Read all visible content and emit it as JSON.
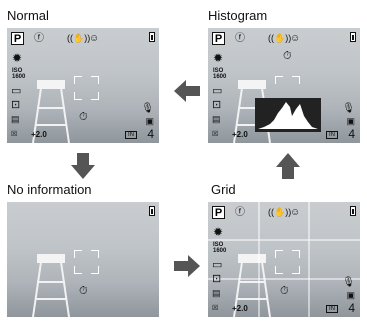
{
  "views": {
    "normal": {
      "label": "Normal"
    },
    "histogram": {
      "label": "Histogram"
    },
    "no_info": {
      "label": "No information"
    },
    "grid": {
      "label": "Grid"
    }
  },
  "hud": {
    "mode": "P",
    "iso": "ISO\n1600",
    "exposure": "+2.0",
    "shots_left": "4",
    "in_badge": "IN"
  },
  "icons": [
    "battery-icon",
    "flash-icon",
    "image-stabilizer-icon",
    "face-detect-icon",
    "self-timer-icon",
    "white-balance-icon",
    "drive-icon",
    "metering-icon",
    "image-size-icon",
    "exposure-comp-icon",
    "voice-icon",
    "movie-icon",
    "internal-memory-icon",
    "focus-frame-icon",
    "arrow-icon"
  ]
}
